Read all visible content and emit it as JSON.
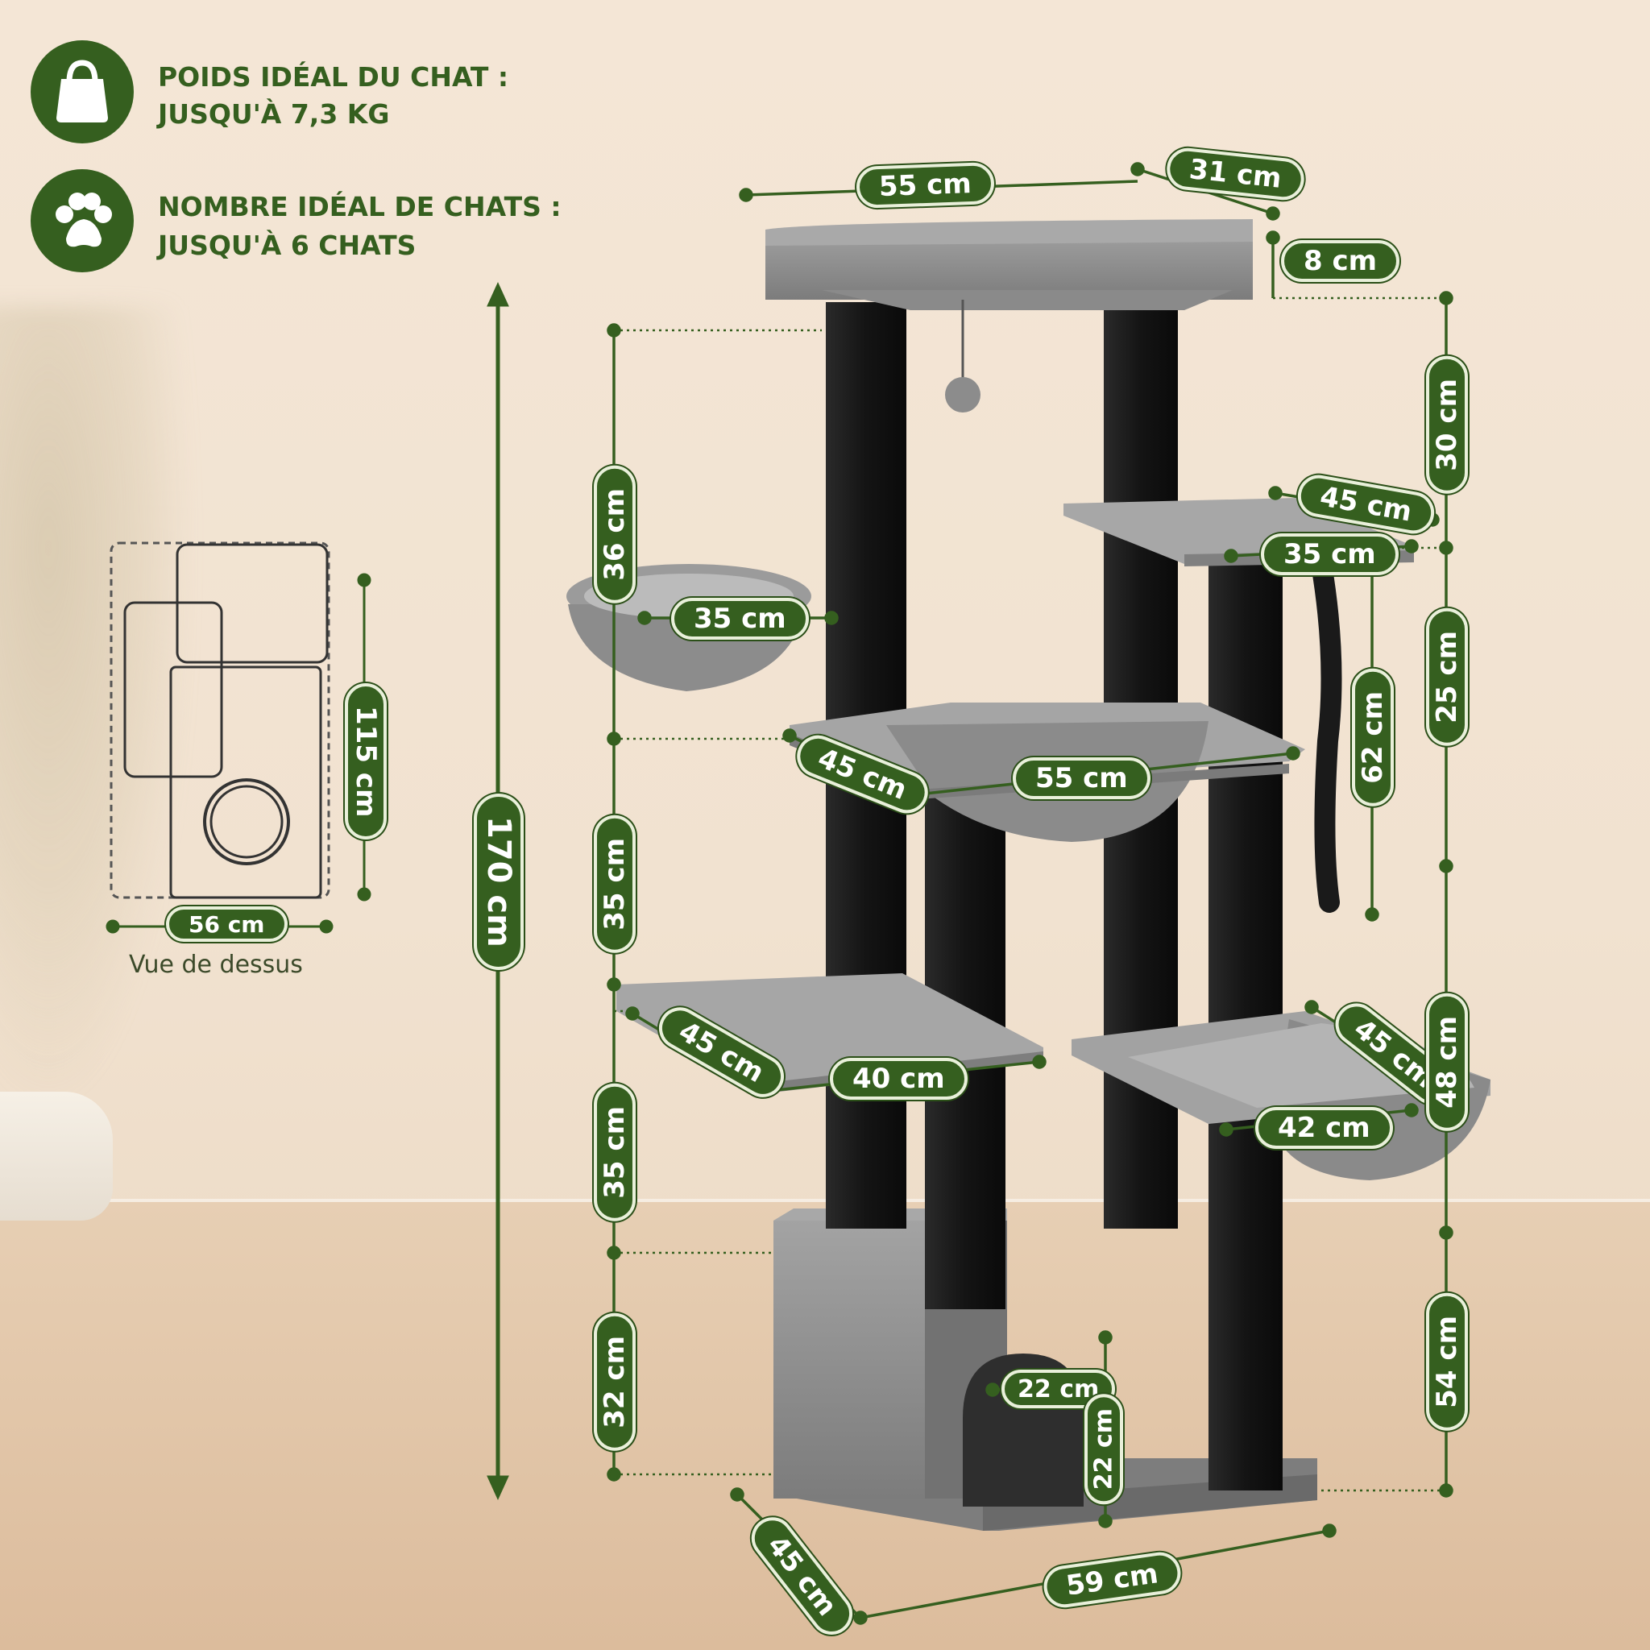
{
  "info": [
    {
      "icon": "bag-icon",
      "title": "POIDS IDÉAL DU CHAT :",
      "value": "JUSQU'À 7,3 KG"
    },
    {
      "icon": "paw-icon",
      "title": "NOMBRE IDÉAL DE CHATS :",
      "value": "JUSQU'À 6 CHATS"
    }
  ],
  "colors": {
    "accent": "#355f1f",
    "fur": "#8f8f8f",
    "post": "#1b1b1b"
  },
  "top_view": {
    "depth": "115 cm",
    "width": "56 cm",
    "caption": "Vue de dessus"
  },
  "dimensions": {
    "total_height": "170 cm",
    "top_width": "55 cm",
    "top_depth": "31 cm",
    "top_thickness": "8 cm",
    "top_gap": "30 cm",
    "platform_right_width": "45 cm",
    "platform_right_depth": "35 cm",
    "gap_right_upper": "25 cm",
    "rope_length": "62 cm",
    "left_basket_gap": "36 cm",
    "left_basket_width": "35 cm",
    "middle_width": "55 cm",
    "middle_depth": "45 cm",
    "left_gap_middle": "35 cm",
    "left_platform_depth": "45 cm",
    "left_platform_width": "40 cm",
    "left_gap_lower": "35 cm",
    "right_basket_depth": "45 cm",
    "right_basket_width": "42 cm",
    "right_gap_lower": "48 cm",
    "right_gap_bottom": "54 cm",
    "condo_height": "32 cm",
    "door_width": "22 cm",
    "door_height": "22 cm",
    "base_depth": "45 cm",
    "base_width": "59 cm"
  }
}
